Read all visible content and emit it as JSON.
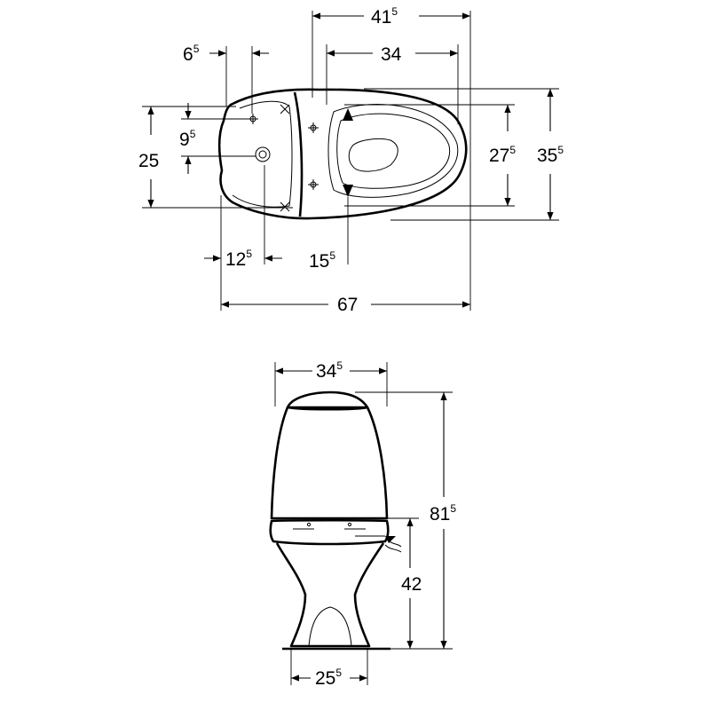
{
  "plan_view": {
    "dimensions": {
      "overall_length": {
        "main": "67",
        "sup": ""
      },
      "bowl_to_back": {
        "main": "41",
        "sup": "5"
      },
      "bowl_length": {
        "main": "34",
        "sup": ""
      },
      "inlet_offset": {
        "main": "6",
        "sup": "5"
      },
      "tank_width": {
        "main": "25",
        "sup": ""
      },
      "inlet_height": {
        "main": "9",
        "sup": "5"
      },
      "outlet_distance": {
        "main": "12",
        "sup": "5"
      },
      "fixing_distance": {
        "main": "15",
        "sup": "5"
      },
      "seat_fixing_width": {
        "main": "27",
        "sup": "5"
      },
      "overall_width": {
        "main": "35",
        "sup": "5"
      }
    }
  },
  "side_view": {
    "dimensions": {
      "top_width": {
        "main": "34",
        "sup": "5"
      },
      "overall_height": {
        "main": "81",
        "sup": "5"
      },
      "seat_height": {
        "main": "42",
        "sup": ""
      },
      "foot_width": {
        "main": "25",
        "sup": "5"
      }
    }
  }
}
